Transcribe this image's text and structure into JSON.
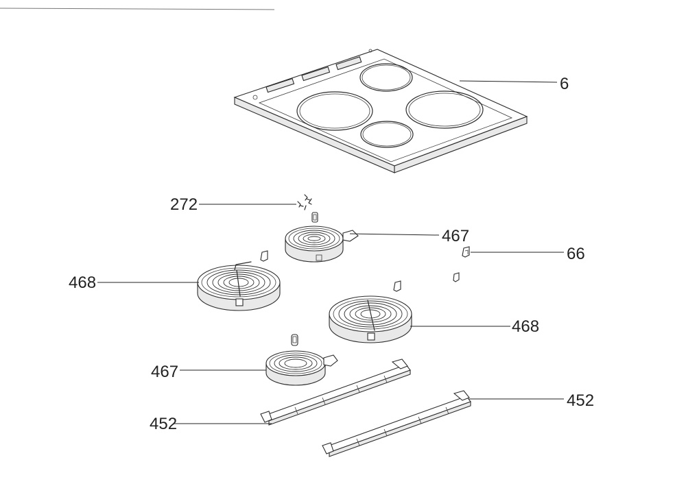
{
  "callouts": {
    "c6": "6",
    "c272": "272",
    "c467_top": "467",
    "c66": "66",
    "c468_left": "468",
    "c468_right": "468",
    "c467_bottom": "467",
    "c452_left": "452",
    "c452_right": "452"
  }
}
